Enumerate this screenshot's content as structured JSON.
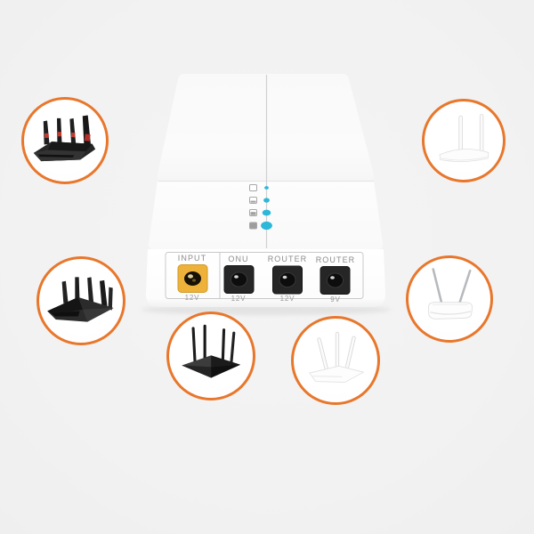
{
  "scene": {
    "background_color": "#f2f2f2",
    "ring_color": "#e8772c",
    "subject": "mini-ups-power-bank-for-routers"
  },
  "device": {
    "body_color": "#ffffff",
    "ports": [
      {
        "name": "INPUT",
        "voltage": "12V",
        "jack_color": "#eeb23a"
      },
      {
        "name": "ONU",
        "voltage": "12V",
        "jack_color": "#262626"
      },
      {
        "name": "ROUTER",
        "voltage": "12V",
        "jack_color": "#262626"
      },
      {
        "name": "ROUTER",
        "voltage": "9V",
        "jack_color": "#262626"
      }
    ],
    "battery_indicator": {
      "led_color": "#2bb8d9",
      "levels": 4,
      "levels_meaning": [
        "low",
        "medium",
        "high",
        "full"
      ]
    }
  },
  "router_circles": [
    {
      "icon": "black-gaming-router",
      "position": "top-left"
    },
    {
      "icon": "white-two-antenna-router",
      "position": "top-right"
    },
    {
      "icon": "black-multi-antenna-router",
      "position": "middle-left"
    },
    {
      "icon": "white-tplink-router",
      "position": "middle-right"
    },
    {
      "icon": "black-four-antenna-router",
      "position": "bottom-left"
    },
    {
      "icon": "white-three-antenna-router",
      "position": "bottom-right"
    }
  ]
}
